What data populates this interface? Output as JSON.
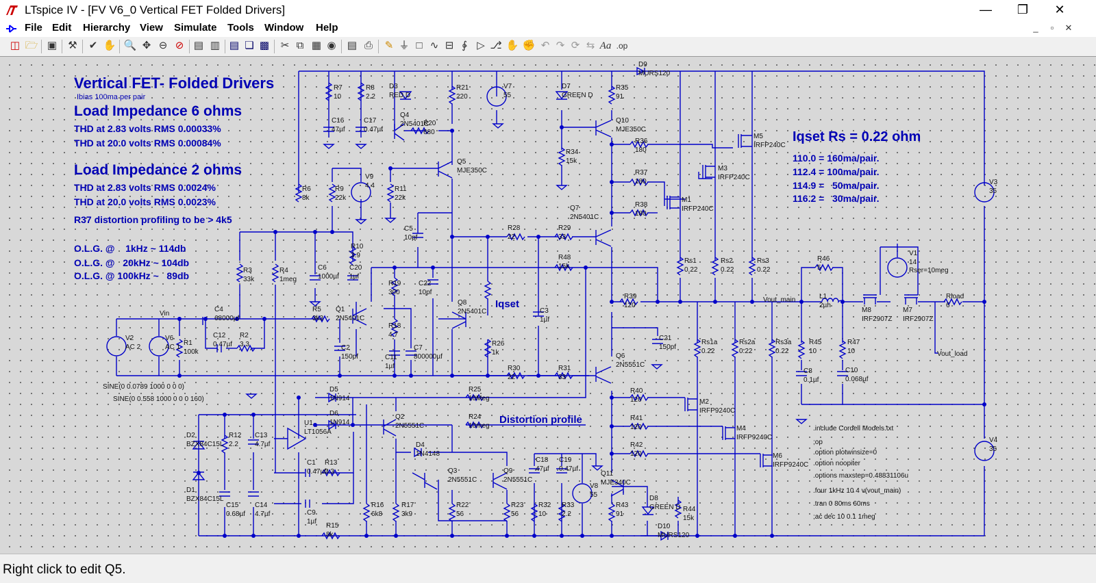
{
  "window": {
    "title": "LTspice IV - [FV V6_0 Vertical FET Folded Drivers]"
  },
  "menu": {
    "file": "File",
    "edit": "Edit",
    "hierarchy": "Hierarchy",
    "view": "View",
    "simulate": "Simulate",
    "tools": "Tools",
    "window": "Window",
    "help": "Help"
  },
  "status": {
    "text": "Right click to edit Q5."
  },
  "notes": {
    "title": "Vertical FET- Folded Drivers",
    "ibias": "Ibias 100ma per pair",
    "load6": "Load Impedance 6 ohms",
    "thd6a": "THD at 2.83 volts RMS 0.00033%",
    "thd6b": "THD at 20.0 volts RMS 0.00084%",
    "load2": "Load Impedance 2 ohms",
    "thd2a": "THD at 2.83 volts RMS 0.0024%",
    "thd2b": "THD at 20.0 volts RMS 0.0023%",
    "r37": "R37 distortion profiling to be > 4k5",
    "olg1": "O.L.G. @    1kHz ~ 114db",
    "olg2": "O.L.G. @   20kHz ~ 104db",
    "olg3": "O.L.G. @ 100kHz ~   89db",
    "iqset": "Iqset Rs = 0.22 ohm",
    "iq1": "110.0 = 160ma/pair.",
    "iq2": "112.4 = 100ma/pair.",
    "iq3": "114.9 =   50ma/pair.",
    "iq4": "116.2 =   30ma/pair.",
    "iqset_label": "Iqset",
    "distortion": "Distortion profile"
  },
  "directives": [
    ".include Cordell Models.txt",
    ";op",
    ".option plotwinsize=0",
    ".option noopiter",
    ".options maxstep=0.48831106u",
    ".four 1kHz 10 4 v(vout_main)",
    ".tran 0 80ms 60ms",
    ";ac dec 10 0.1 1meg"
  ],
  "sources": {
    "v2_sine": "SINE(0 0.0789 1000 0 0 0)",
    "v6_sine": "SINE(0 0.558 1000 0 0 0 160)"
  },
  "components": [
    {
      "ref": "R7",
      "val": "10"
    },
    {
      "ref": "R8",
      "val": "2.2"
    },
    {
      "ref": "D3",
      "val": "RED D"
    },
    {
      "ref": "R21",
      "val": "220"
    },
    {
      "ref": "V7",
      "val": "55"
    },
    {
      "ref": "D7",
      "val": "GREEN D"
    },
    {
      "ref": "R35",
      "val": "91"
    },
    {
      "ref": "D9",
      "val": "MURS120"
    },
    {
      "ref": "C16",
      "val": "47µf"
    },
    {
      "ref": "C17",
      "val": "0.47µf"
    },
    {
      "ref": "Q4",
      "val": "2N5401C"
    },
    {
      "ref": "R20",
      "val": "680"
    },
    {
      "ref": "Q5",
      "val": "MJE350C"
    },
    {
      "ref": "Q10",
      "val": "MJE350C"
    },
    {
      "ref": "R34",
      "val": "15k"
    },
    {
      "ref": "R36",
      "val": "180"
    },
    {
      "ref": "M5",
      "val": "IRFP240C"
    },
    {
      "ref": "R37",
      "val": "180"
    },
    {
      "ref": "M3",
      "val": "IRFP240C"
    },
    {
      "ref": "R38",
      "val": "180"
    },
    {
      "ref": "M1",
      "val": "IRFP240C"
    },
    {
      "ref": "R6",
      "val": "8k"
    },
    {
      "ref": "R9",
      "val": "22k"
    },
    {
      "ref": "V9",
      "val": "4.4"
    },
    {
      "ref": "R11",
      "val": "22k"
    },
    {
      "ref": "Q7",
      "val": "2N5401C"
    },
    {
      "ref": "C5",
      "val": "10pf"
    },
    {
      "ref": "R28",
      "val": "22"
    },
    {
      "ref": "R29",
      "val": "33"
    },
    {
      "ref": "R10",
      "val": "3.9"
    },
    {
      "ref": "R3",
      "val": "33k"
    },
    {
      "ref": "R4",
      "val": "1meg"
    },
    {
      "ref": "C6",
      "val": "1000µf"
    },
    {
      "ref": "C20",
      "val": "1µf"
    },
    {
      "ref": "R19",
      "val": "300"
    },
    {
      "ref": "C22",
      "val": "10pf"
    },
    {
      "ref": "R48",
      "val": "15k"
    },
    {
      "ref": "Rs1",
      "val": "0.22"
    },
    {
      "ref": "Rs2",
      "val": "0.22"
    },
    {
      "ref": "Rs3",
      "val": "0.22"
    },
    {
      "ref": "R46",
      "val": "5"
    },
    {
      "ref": "V1",
      "val": "14"
    },
    {
      "ref": "V1_rser",
      "val": "Rser=10meg"
    },
    {
      "ref": "V3",
      "val": "35"
    },
    {
      "ref": "C4",
      "val": "68000µf"
    },
    {
      "ref": "R5",
      "val": "3k3"
    },
    {
      "ref": "Q1",
      "val": "2N5401C"
    },
    {
      "ref": "R18",
      "val": "4.7"
    },
    {
      "ref": "Q8",
      "val": "2N5401C"
    },
    {
      "ref": "C3",
      "val": "1µf"
    },
    {
      "ref": "R39",
      "val": "120"
    },
    {
      "ref": "L1",
      "val": "2µh"
    },
    {
      "ref": "M8",
      "val": "IRF2907Z"
    },
    {
      "ref": "M7",
      "val": "IRF2907Z"
    },
    {
      "ref": "Rload",
      "val": "6"
    },
    {
      "ref": "V2",
      "val": "AC 2"
    },
    {
      "ref": "V6",
      "val": "AC 1"
    },
    {
      "ref": "R1",
      "val": "100k"
    },
    {
      "ref": "C12",
      "val": "0.47µf"
    },
    {
      "ref": "R2",
      "val": "3.3"
    },
    {
      "ref": "C2",
      "val": "150pf"
    },
    {
      "ref": "C11",
      "val": "1µf"
    },
    {
      "ref": "C7",
      "val": "800000µf"
    },
    {
      "ref": "R26",
      "val": "1k"
    },
    {
      "ref": "C21",
      "val": "150pf"
    },
    {
      "ref": "Q6",
      "val": "2N5551C"
    },
    {
      "ref": "Rs1a",
      "val": "0.22"
    },
    {
      "ref": "Rs2a",
      "val": "0.22"
    },
    {
      "ref": "Rs3a",
      "val": "0.22"
    },
    {
      "ref": "R45",
      "val": "10"
    },
    {
      "ref": "R47",
      "val": "10"
    },
    {
      "ref": "C8",
      "val": "0.1µf"
    },
    {
      "ref": "C10",
      "val": "0.068µf"
    },
    {
      "ref": "R30",
      "val": "22"
    },
    {
      "ref": "R31",
      "val": "33"
    },
    {
      "ref": "D5",
      "val": "1N914"
    },
    {
      "ref": "D6",
      "val": "1N914"
    },
    {
      "ref": "R25",
      "val": "10Meg"
    },
    {
      "ref": "Q2",
      "val": "2N5551C"
    },
    {
      "ref": "R24",
      "val": "10meg"
    },
    {
      "ref": "R40",
      "val": "120"
    },
    {
      "ref": "M2",
      "val": "IRFP9240C"
    },
    {
      "ref": "R41",
      "val": "120"
    },
    {
      "ref": "M4",
      "val": "IRFP9240C"
    },
    {
      "ref": "R42",
      "val": "120"
    },
    {
      "ref": "M6",
      "val": "IRFP9240C"
    },
    {
      "ref": "V4",
      "val": "35"
    },
    {
      "ref": "D2",
      "val": "BZX84C15L"
    },
    {
      "ref": "R12",
      "val": "2.2"
    },
    {
      "ref": "C13",
      "val": "4.7µf"
    },
    {
      "ref": "U1",
      "val": "LT1056A"
    },
    {
      "ref": "D4",
      "val": "1N4148"
    },
    {
      "ref": "C18",
      "val": "47µf"
    },
    {
      "ref": "C19",
      "val": "0.47µf"
    },
    {
      "ref": "C1",
      "val": "0.47µf"
    },
    {
      "ref": "R13",
      "val": "3.3"
    },
    {
      "ref": "Q3",
      "val": "2N5551C"
    },
    {
      "ref": "Q9",
      "val": "2N5551C"
    },
    {
      "ref": "Q11",
      "val": "MJE340C"
    },
    {
      "ref": "D8",
      "val": "GREEN D"
    },
    {
      "ref": "R44",
      "val": "15k"
    },
    {
      "ref": "D1",
      "val": "BZX84C15L"
    },
    {
      "ref": "C15",
      "val": "0.68µf"
    },
    {
      "ref": "C14",
      "val": "4.7µf"
    },
    {
      "ref": "C9",
      "val": "1µf"
    },
    {
      "ref": "R16",
      "val": "6k8"
    },
    {
      "ref": "R17",
      "val": "3k9"
    },
    {
      "ref": "R22",
      "val": "56"
    },
    {
      "ref": "R23",
      "val": "56"
    },
    {
      "ref": "R32",
      "val": "10"
    },
    {
      "ref": "R33",
      "val": "2.2"
    },
    {
      "ref": "V8",
      "val": "55"
    },
    {
      "ref": "R43",
      "val": "91"
    },
    {
      "ref": "R15",
      "val": "8k"
    },
    {
      "ref": "D10",
      "val": "MURS120"
    }
  ],
  "nets": {
    "vin": "Vin",
    "vout_main": "Vout_main",
    "vout_load": "Vout_load"
  }
}
